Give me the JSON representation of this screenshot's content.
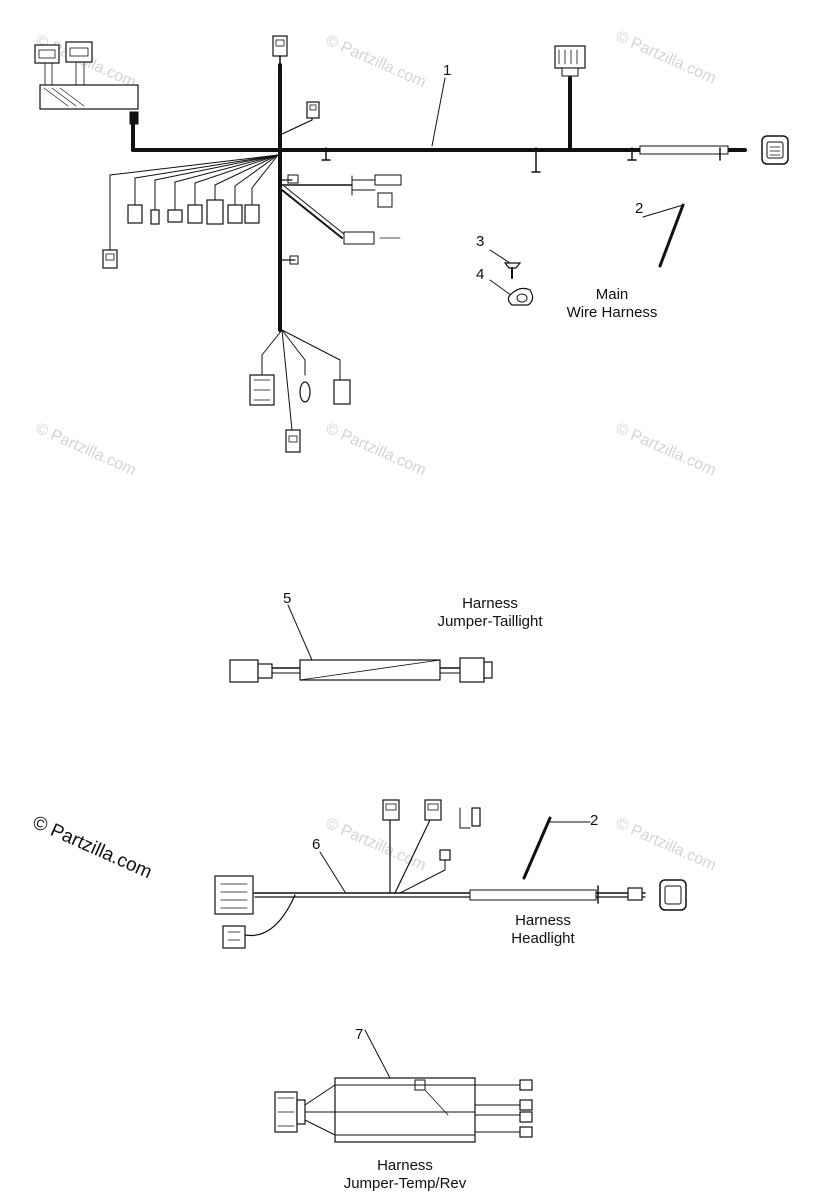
{
  "watermark": "© Partzilla.com",
  "copyright": "© Partzilla.com",
  "callouts": [
    "1",
    "2",
    "3",
    "4",
    "5",
    "2",
    "6",
    "7"
  ],
  "captions": {
    "main_1": "Main",
    "main_2": "Wire Harness",
    "taillight_1": "Harness",
    "taillight_2": "Jumper-Taillight",
    "headlight_1": "Harness",
    "headlight_2": "Headlight",
    "temp_1": "Harness",
    "temp_2": "Jumper-Temp/Rev"
  },
  "colors": {
    "line": "#111111",
    "watermark": "#d4d4d4"
  }
}
